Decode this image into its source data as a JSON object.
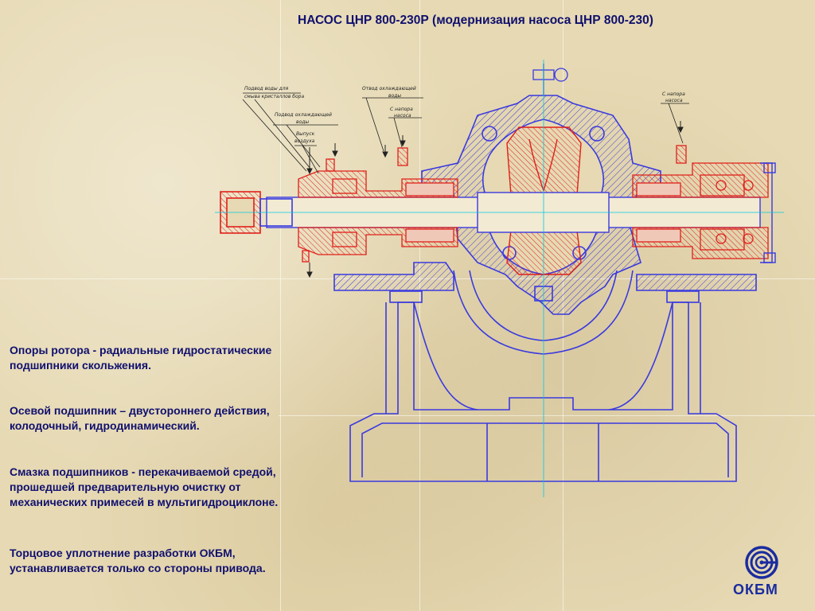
{
  "title": "НАСОС ЦНР 800-230Р (модернизация насоса ЦНР 800-230)",
  "notes": {
    "water_supply_line1": "Подвод воды для",
    "water_supply_line2": "смыва кристаллов бора",
    "cooling_supply_line1": "Подвод охлаждающей",
    "cooling_supply_line2": "воды",
    "air_release_line1": "Выпуск",
    "air_release_line2": "воздуха",
    "cooling_drain_line1": "Отвод охлаждающей",
    "cooling_drain_line2": "воды",
    "pressure_left_line1": "С напора",
    "pressure_left_line2": "насоса",
    "pressure_right_line1": "С напора",
    "pressure_right_line2": "насоса"
  },
  "bullets": [
    {
      "line1": "Опоры ротора - радиальные гидростатические",
      "line2": "подшипники скольжения."
    },
    {
      "line1": "Осевой подшипник – двустороннего действия,",
      "line2": "колодочный, гидродинамический."
    },
    {
      "line1": "Смазка подшипников - перекачиваемой средой,",
      "line2": "прошедшей предварительную очистку от",
      "line3": "механических примесей в мультигидроциклоне."
    },
    {
      "line1": "Торцовое уплотнение разработки ОКБМ,",
      "line2": "устанавливается только со стороны привода."
    }
  ],
  "logo": {
    "text": "ОКБМ"
  },
  "colors": {
    "text": "#10106e",
    "drawing_blue": "#3a3adf",
    "drawing_red": "#e0201a",
    "axis_cyan": "#00c8e0",
    "logo_blue": "#1a2ca0"
  }
}
